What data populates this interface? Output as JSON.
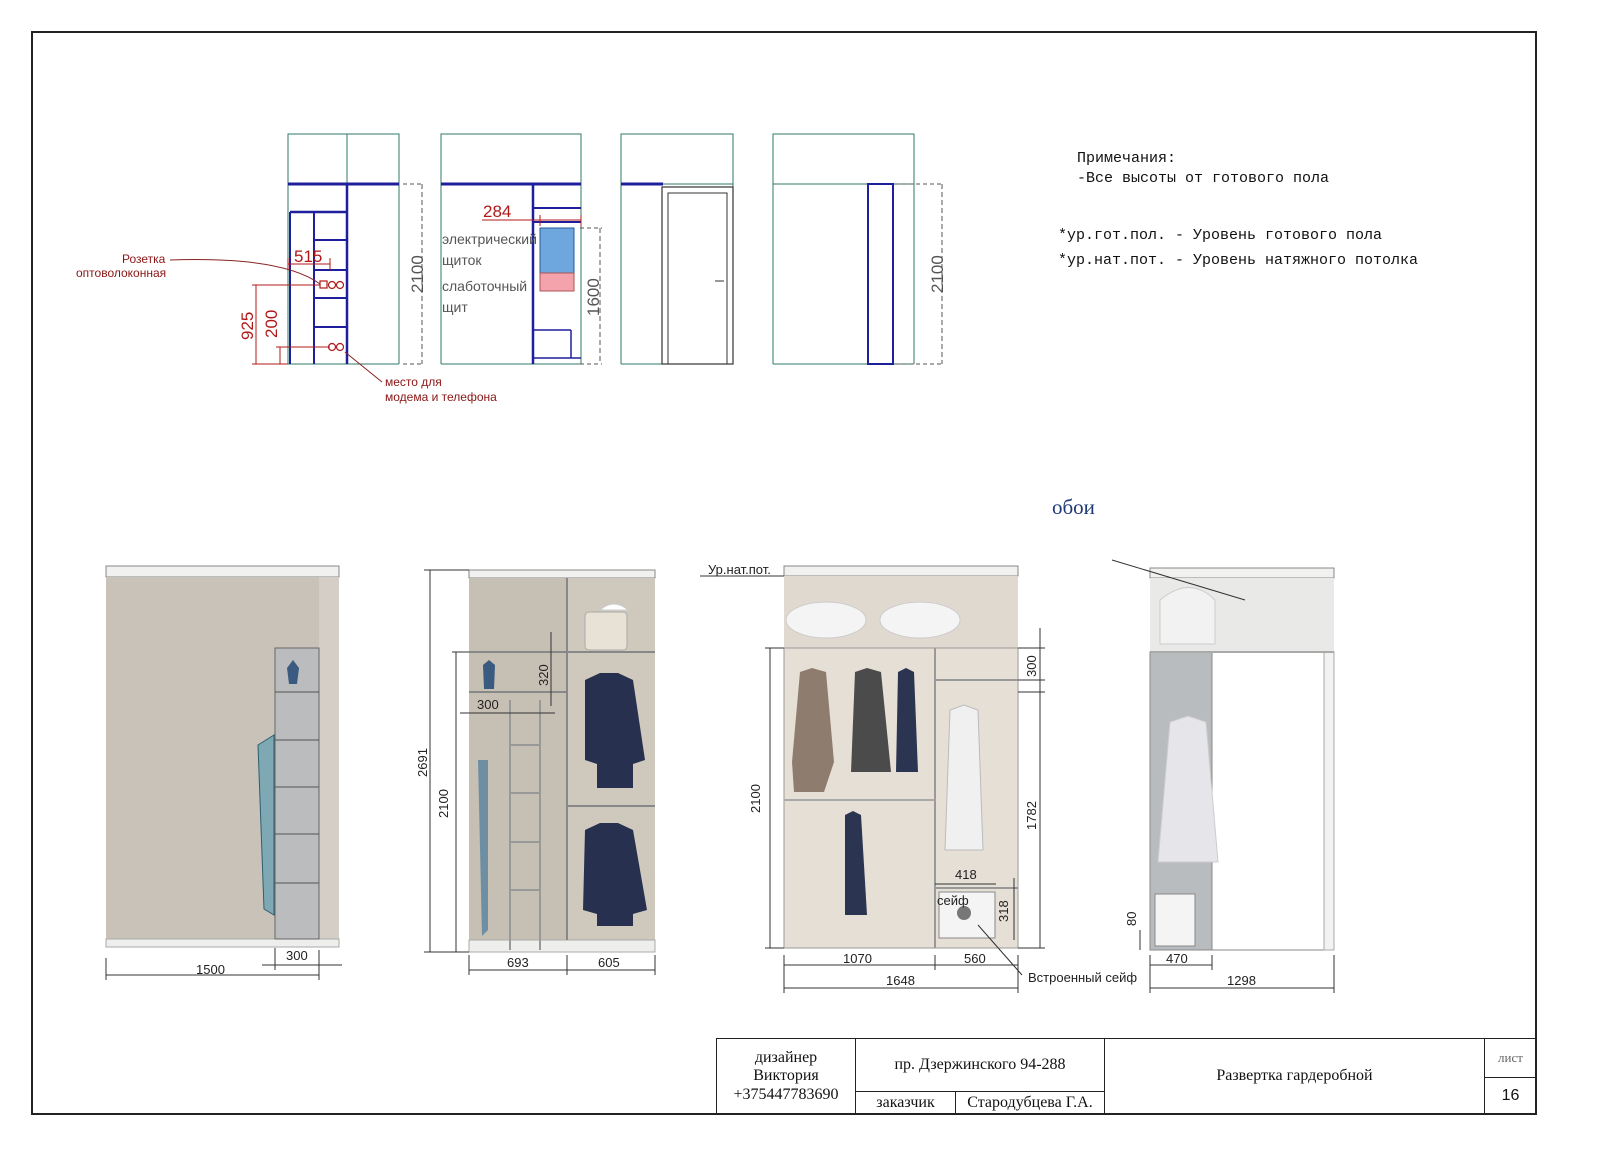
{
  "notes": {
    "title": "Примечания:",
    "line1": "-Все высоты от готового пола",
    "abbr1": "*ур.гот.пол. - Уровень готового пола",
    "abbr2": "*ур.нат.пот. - Уровень натяжного потолка"
  },
  "labels": {
    "fiber_socket_line1": "Розетка",
    "fiber_socket_line2": "оптоволоконная",
    "modem_line1": "место для",
    "modem_line2": "модема и телефона",
    "electric_panel_line1": "электрический",
    "electric_panel_line2": "щиток",
    "lowcurrent_line1": "слаботочный",
    "lowcurrent_line2": "щит",
    "wallpaper": "обои",
    "ceiling_level": "Ур.нат.пот.",
    "safe": "сейф",
    "builtin_safe": "Встроенный сейф"
  },
  "dims_top": {
    "d2100_a": "2100",
    "d515": "515",
    "d925": "925",
    "d200": "200",
    "d284": "284",
    "d1600": "1600",
    "d2100_b": "2100"
  },
  "dims_bottom": {
    "d1500": "1500",
    "d300_a": "300",
    "d2691": "2691",
    "d2100_a": "2100",
    "d300_b": "300",
    "d320": "320",
    "d693": "693",
    "d605": "605",
    "d2100_b": "2100",
    "d300_c": "300",
    "d1782": "1782",
    "d418": "418",
    "d318": "318",
    "d1070": "1070",
    "d560": "560",
    "d1648": "1648",
    "d80": "80",
    "d470": "470",
    "d1298": "1298"
  },
  "title_block": {
    "designer_line1": "дизайнер",
    "designer_line2": "Виктория",
    "designer_phone": "+375447783690",
    "address": "пр. Дзержинского 94-288",
    "customer_label": "заказчик",
    "customer_name": "Стародубцева Г.А.",
    "sheet_title": "Развертка гардеробной",
    "sheet_label": "лист",
    "sheet_number": "16"
  },
  "colors": {
    "outline": "#1f1f9e",
    "dim_red": "#b01818",
    "wall_beige": "#cdc6bc",
    "panel_grey": "#b9bcbe",
    "electric_blue": "#6ea6de",
    "lowcurrent_pink": "#f4a3ad"
  }
}
